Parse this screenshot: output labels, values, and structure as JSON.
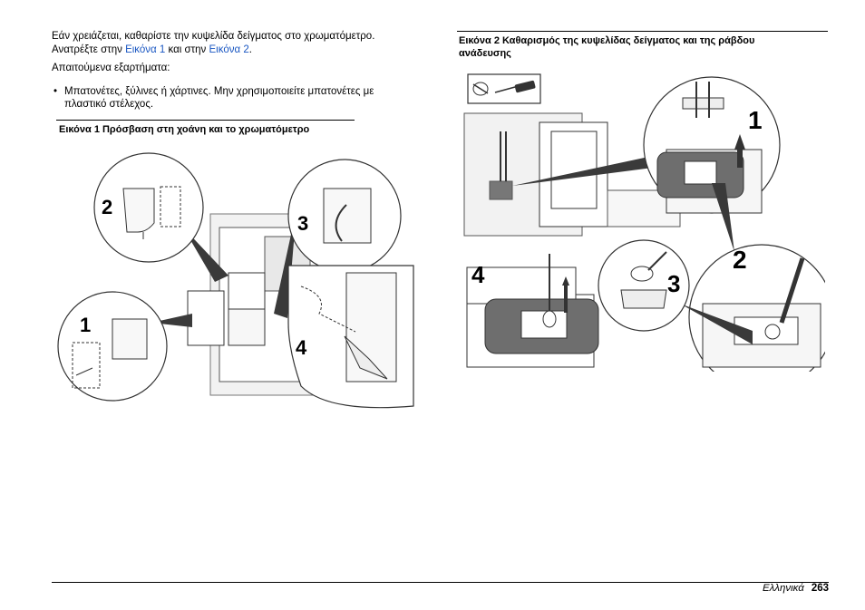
{
  "left": {
    "intro_line1": "Εάν χρειάζεται, καθαρίστε την κυψελίδα δείγματος στο χρωματόμετρο.",
    "intro_line2_prefix": "Ανατρέξτε στην ",
    "link_fig1": "Εικόνα 1",
    "intro_line2_mid": " και στην ",
    "link_fig2": "Εικόνα 2",
    "intro_line2_suffix": ".",
    "required_label": "Απαιτούμενα εξαρτήματα:",
    "bullet_symbol": "•",
    "bullet_line1": "Μπατονέτες, ξύλινες ή χάρτινες. Μην χρησιμοποιείτε μπατονέτες με",
    "bullet_line2": "πλαστικό στέλεχος.",
    "fig1_caption": "Εικόνα 1  Πρόσβαση στη χοάνη και το χρωματόμετρο",
    "fig1_steps": [
      "1",
      "2",
      "3",
      "4"
    ]
  },
  "right": {
    "fig2_caption_line1": "Εικόνα 2  Καθαρισμός της κυψελίδας δείγματος και της ράβδου",
    "fig2_caption_line2": "ανάδευσης",
    "fig2_steps": [
      "1",
      "2",
      "3",
      "4"
    ],
    "tools_icons": [
      "cotton-swab-icon",
      "screwdriver-icon"
    ]
  },
  "footer": {
    "language": "Ελληνικά",
    "page_number": "263"
  }
}
